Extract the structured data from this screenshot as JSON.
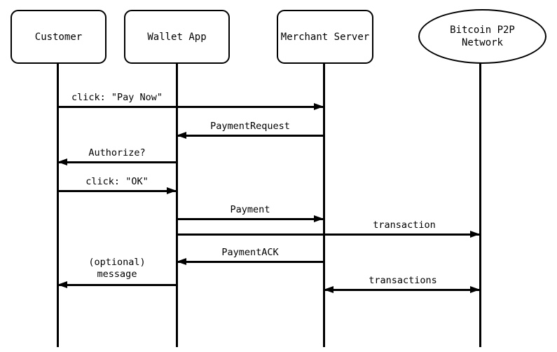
{
  "diagram": {
    "type": "sequence-diagram",
    "colors": {
      "background": "#ffffff",
      "line": "#000000",
      "text": "#000000"
    }
  },
  "actors": [
    {
      "id": "customer",
      "label": "Customer",
      "shape": "rounded-rect"
    },
    {
      "id": "wallet-app",
      "label": "Wallet App",
      "shape": "rounded-rect"
    },
    {
      "id": "merchant-server",
      "label": "Merchant Server",
      "shape": "rounded-rect"
    },
    {
      "id": "bitcoin-p2p-network",
      "label": "Bitcoin P2P\nNetwork",
      "shape": "ellipse"
    }
  ],
  "messages": [
    {
      "label": "click: \"Pay Now\"",
      "from": "Customer",
      "to": "Merchant Server",
      "arrow": "right"
    },
    {
      "label": "PaymentRequest",
      "from": "Merchant Server",
      "to": "Wallet App",
      "arrow": "left"
    },
    {
      "label": "Authorize?",
      "from": "Wallet App",
      "to": "Customer",
      "arrow": "left"
    },
    {
      "label": "click: \"OK\"",
      "from": "Customer",
      "to": "Wallet App",
      "arrow": "right"
    },
    {
      "label": "Payment",
      "from": "Wallet App",
      "to": "Merchant Server",
      "arrow": "right"
    },
    {
      "label": "transaction",
      "from": "Wallet App",
      "to": "Bitcoin P2P Network",
      "arrow": "right"
    },
    {
      "label": "PaymentACK",
      "from": "Merchant Server",
      "to": "Wallet App",
      "arrow": "left"
    },
    {
      "label": "(optional)\nmessage",
      "from": "Wallet App",
      "to": "Customer",
      "arrow": "left"
    },
    {
      "label": "transactions",
      "from": "Merchant Server",
      "to": "Bitcoin P2P Network",
      "arrow": "both"
    }
  ]
}
